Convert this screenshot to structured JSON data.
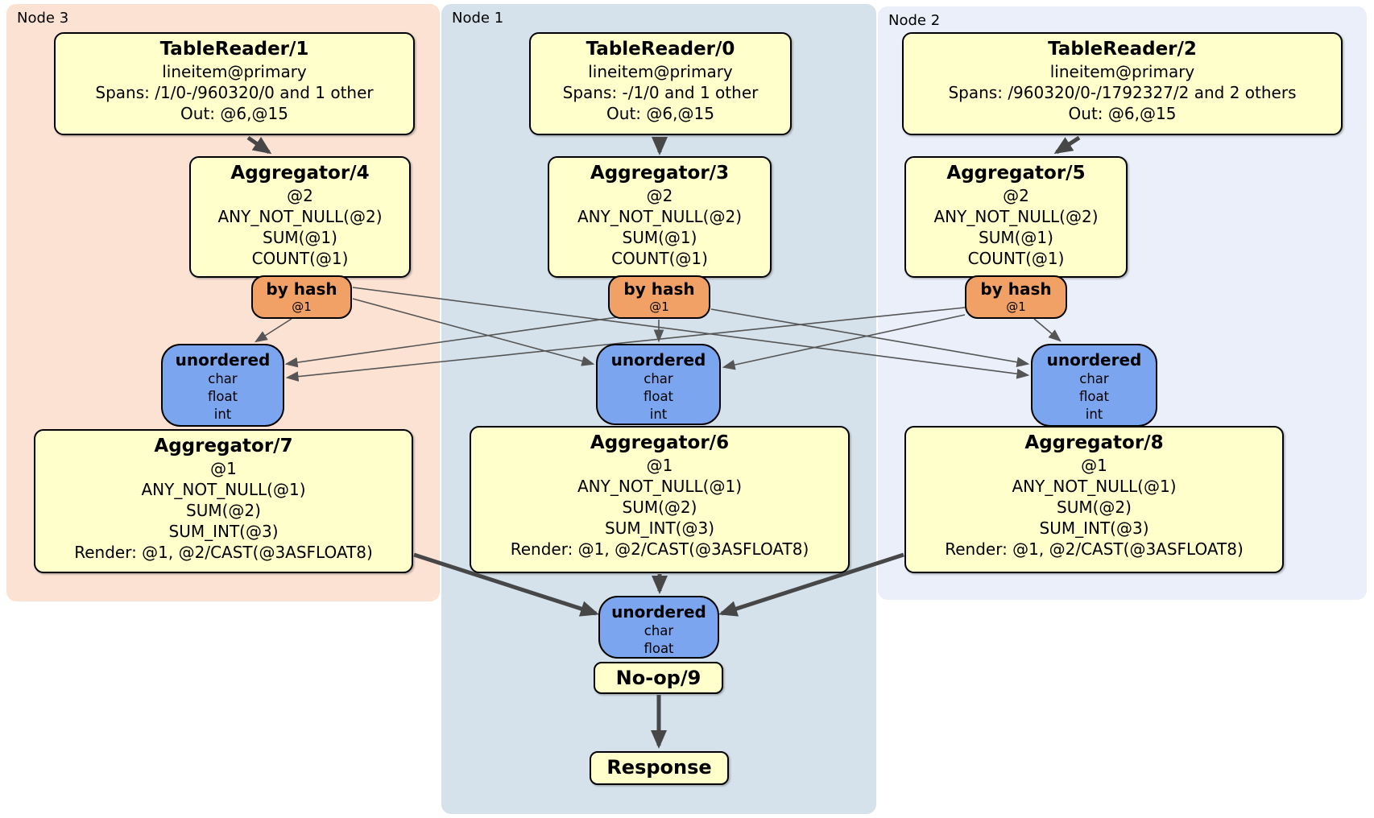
{
  "regions": {
    "node3": {
      "label": "Node 3"
    },
    "node1": {
      "label": "Node 1"
    },
    "node2": {
      "label": "Node 2"
    }
  },
  "boxes": {
    "tablereader1": {
      "title": "TableReader/1",
      "lines": [
        "lineitem@primary",
        "Spans: /1/0-/960320/0 and 1 other",
        "Out: @6,@15"
      ]
    },
    "tablereader0": {
      "title": "TableReader/0",
      "lines": [
        "lineitem@primary",
        "Spans: -/1/0 and 1 other",
        "Out: @6,@15"
      ]
    },
    "tablereader2": {
      "title": "TableReader/2",
      "lines": [
        "lineitem@primary",
        "Spans: /960320/0-/1792327/2 and 2 others",
        "Out: @6,@15"
      ]
    },
    "aggregator4": {
      "title": "Aggregator/4",
      "lines": [
        "@2",
        "ANY_NOT_NULL(@2)",
        "SUM(@1)",
        "COUNT(@1)"
      ]
    },
    "aggregator3": {
      "title": "Aggregator/3",
      "lines": [
        "@2",
        "ANY_NOT_NULL(@2)",
        "SUM(@1)",
        "COUNT(@1)"
      ]
    },
    "aggregator5": {
      "title": "Aggregator/5",
      "lines": [
        "@2",
        "ANY_NOT_NULL(@2)",
        "SUM(@1)",
        "COUNT(@1)"
      ]
    },
    "aggregator7": {
      "title": "Aggregator/7",
      "lines": [
        "@1",
        "ANY_NOT_NULL(@1)",
        "SUM(@2)",
        "SUM_INT(@3)",
        "Render: @1, @2/CAST(@3ASFLOAT8)"
      ]
    },
    "aggregator6": {
      "title": "Aggregator/6",
      "lines": [
        "@1",
        "ANY_NOT_NULL(@1)",
        "SUM(@2)",
        "SUM_INT(@3)",
        "Render: @1, @2/CAST(@3ASFLOAT8)"
      ]
    },
    "aggregator8": {
      "title": "Aggregator/8",
      "lines": [
        "@1",
        "ANY_NOT_NULL(@1)",
        "SUM(@2)",
        "SUM_INT(@3)",
        "Render: @1, @2/CAST(@3ASFLOAT8)"
      ]
    },
    "noop": {
      "title": "No-op/9"
    },
    "response": {
      "title": "Response"
    }
  },
  "routers": {
    "node3": {
      "label": "by hash",
      "detail": "@1"
    },
    "node1": {
      "label": "by hash",
      "detail": "@1"
    },
    "node2": {
      "label": "by hash",
      "detail": "@1"
    }
  },
  "syncs": {
    "node3": {
      "label": "unordered",
      "types": [
        "char",
        "float",
        "int"
      ]
    },
    "node1": {
      "label": "unordered",
      "types": [
        "char",
        "float",
        "int"
      ]
    },
    "node2": {
      "label": "unordered",
      "types": [
        "char",
        "float",
        "int"
      ]
    },
    "final": {
      "label": "unordered",
      "types": [
        "char",
        "float"
      ]
    }
  },
  "colors": {
    "processor_fill": "#ffffcb",
    "router_fill": "#f2a166",
    "sync_fill": "#7ca5ef",
    "node3_bg": "#fce2d3",
    "node1_bg": "#d5e2ec",
    "node2_bg": "#eaeffa",
    "edge_thin": "#555555",
    "edge_thick": "#474747"
  }
}
